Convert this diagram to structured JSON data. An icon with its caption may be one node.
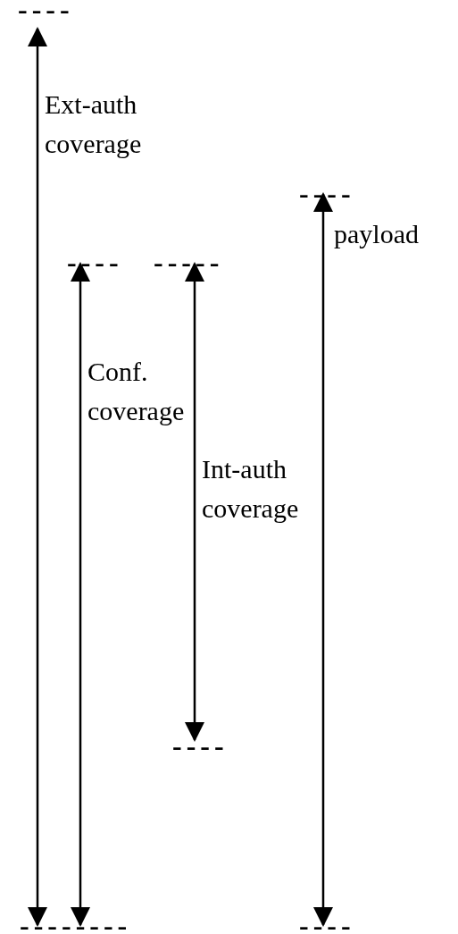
{
  "diagram": {
    "labels": [
      "----",
      "Ext-auth coverage",
      "----",
      "payload",
      "----",
      "-----",
      "Conf. coverage",
      "Int-auth coverage",
      "----",
      "--------",
      "----"
    ]
  }
}
